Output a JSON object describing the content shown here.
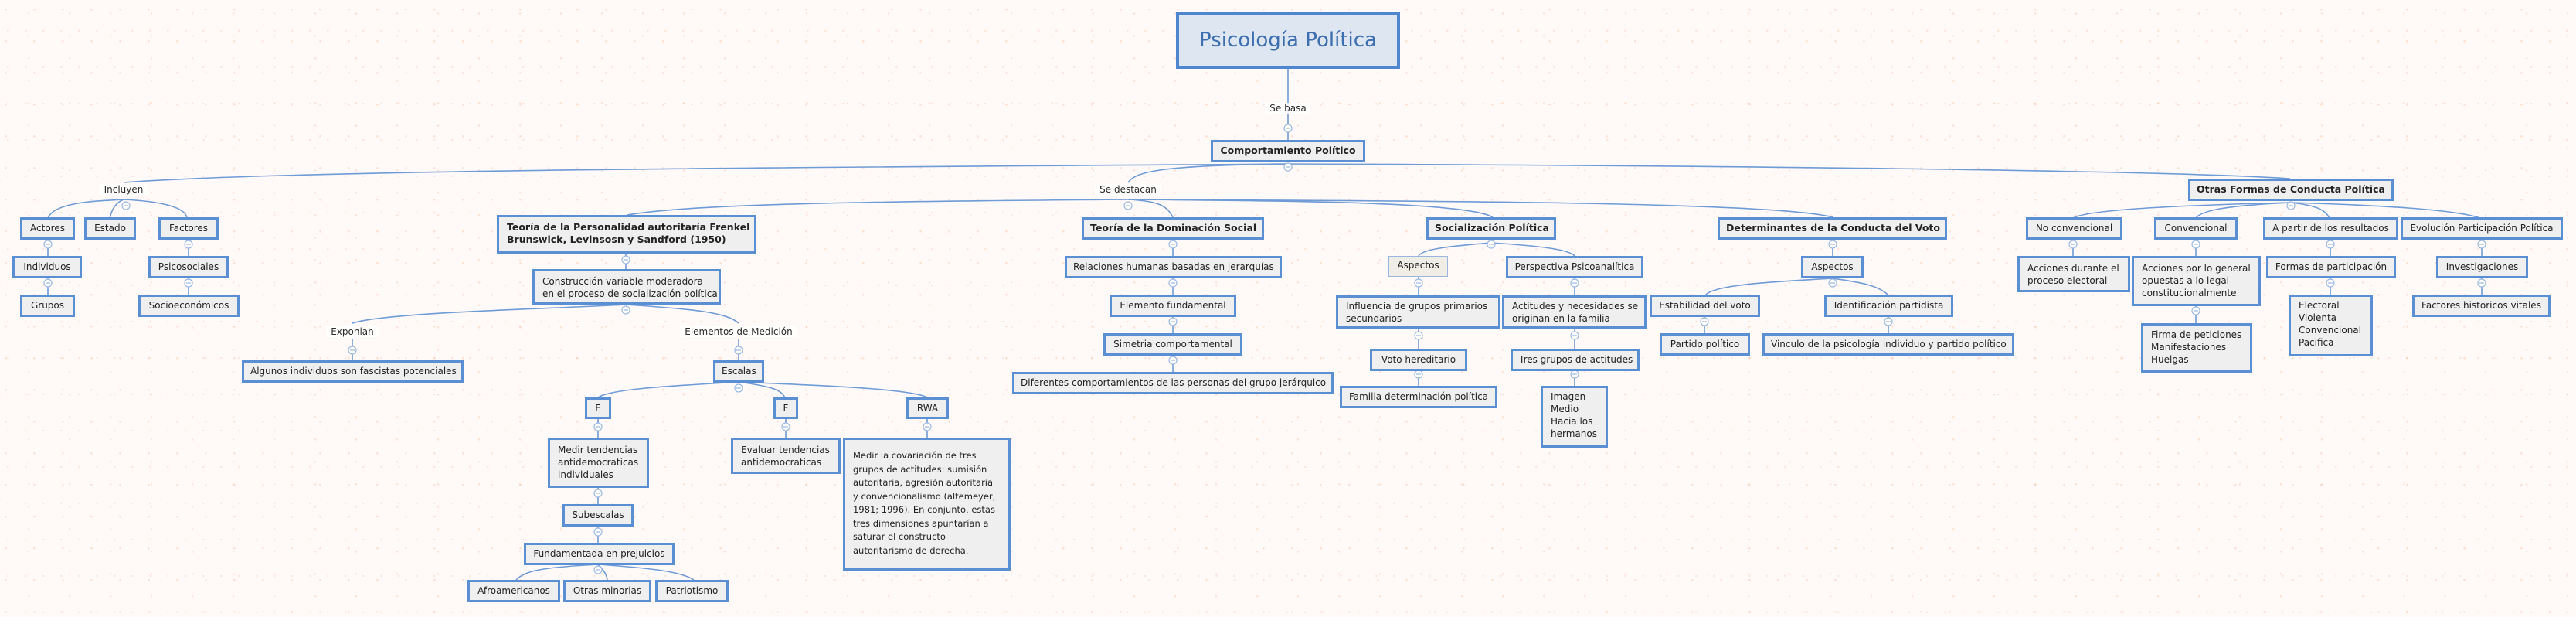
{
  "root": {
    "title": "Psicología Política",
    "link_label": "Se basa"
  },
  "main": {
    "title": "Comportamiento Político"
  },
  "left_branch": {
    "link_label": "Incluyen",
    "actores": {
      "label": "Actores",
      "children": [
        "Individuos",
        "Grupos"
      ]
    },
    "estado": {
      "label": "Estado"
    },
    "factores": {
      "label": "Factores",
      "children": [
        "Psicosociales",
        "Socioeconómicos"
      ]
    }
  },
  "center_branch": {
    "link_label": "Se destacan",
    "personalidad": {
      "title": "Teoría de la Personalidad autoritaría Frenkel Brunswick, Levinsosn y Sandford (1950)",
      "title_line1": "Teoría de la Personalidad autoritaría Frenkel",
      "title_line2": "Brunswick, Levinsosn y Sandford (1950)",
      "construccion_line1": "Construcción variable moderadora",
      "construccion_line2": "en el proceso de socialización política",
      "exponian": {
        "link_label": "Exponian",
        "node": "Algunos individuos son fascistas potenciales"
      },
      "medicion": {
        "link_label": "Elementos de Medición",
        "escalas": "Escalas",
        "e": {
          "label": "E",
          "desc_lines": [
            "Medir tendencias",
            "antidemocraticas",
            "individuales"
          ],
          "subescalas": "Subescalas",
          "fundamentada": "Fundamentada en prejuicios",
          "items": [
            "Afroamericanos",
            "Otras minorias",
            "Patriotismo"
          ]
        },
        "f": {
          "label": "F",
          "desc_lines": [
            "Evaluar tendencias",
            "antidemocraticas"
          ]
        },
        "rwa": {
          "label": "RWA",
          "desc_lines": [
            "Medir la covariación de tres",
            "grupos de actitudes: sumisión",
            "autoritaria, agresión autoritaria",
            "y convencionalismo (altemeyer,",
            "1981; 1996).  En conjunto, estas",
            "tres dimensiones apuntarían a",
            "saturar el constructo",
            "autoritarismo de derecha."
          ]
        }
      }
    },
    "dominacion": {
      "title": "Teoría de la Dominación Social",
      "chain": [
        "Relaciones humanas basadas en jerarquías",
        "Elemento fundamental",
        "Simetria comportamental",
        "Diferentes comportamientos de las personas del grupo jerárquico"
      ]
    },
    "socializacion": {
      "title": "Socialización Política",
      "aspectos": {
        "label": "Aspectos",
        "influencia_lines": [
          "Influencia de grupos primarios",
          "secundarios"
        ],
        "voto": "Voto hereditario",
        "familia": "Familia determinación política"
      },
      "psicoanalitica": {
        "label": "Perspectiva Psicoanalítica",
        "actitudes_lines": [
          "Actitudes y necesidades se",
          "originan en la familia"
        ],
        "tres_grupos": "Tres grupos de actitudes",
        "items": [
          "Imagen",
          "Medio",
          "Hacia los",
          "hermanos"
        ]
      }
    },
    "determinantes": {
      "title": "Determinantes de la Conducta del Voto",
      "aspectos": "Aspectos",
      "estabilidad": {
        "label": "Estabilidad del voto",
        "child": "Partido político"
      },
      "identificacion": {
        "label": "Identificación partidista",
        "child": "Vinculo de la psicología individuo y partido político"
      }
    }
  },
  "right_branch": {
    "title": "Otras Formas de Conducta Política",
    "no_convencional": {
      "label": "No convencional",
      "desc_lines": [
        "Acciones durante el",
        "proceso electoral"
      ]
    },
    "convencional": {
      "label": "Convencional",
      "desc_lines": [
        "Acciones por lo general",
        "opuestas a lo legal",
        "constitucionalmente"
      ],
      "items": [
        "Firma de peticiones",
        "Manifestaciones",
        "Huelgas"
      ]
    },
    "resultados": {
      "label": "A partir de los resultados",
      "formas": "Formas de participación",
      "items": [
        "Electoral",
        "Violenta",
        "Convencional",
        "Pacifica"
      ]
    },
    "evolucion": {
      "label": "Evolución Participación Política",
      "investigaciones": "Investigaciones",
      "factores": "Factores historicos vitales"
    }
  },
  "colors": {
    "node_border": "#5b8fd4",
    "node_fill": "#efefef",
    "root_fill": "#dde6f1",
    "root_text": "#3d6fae",
    "link": "#6f9bd6"
  }
}
